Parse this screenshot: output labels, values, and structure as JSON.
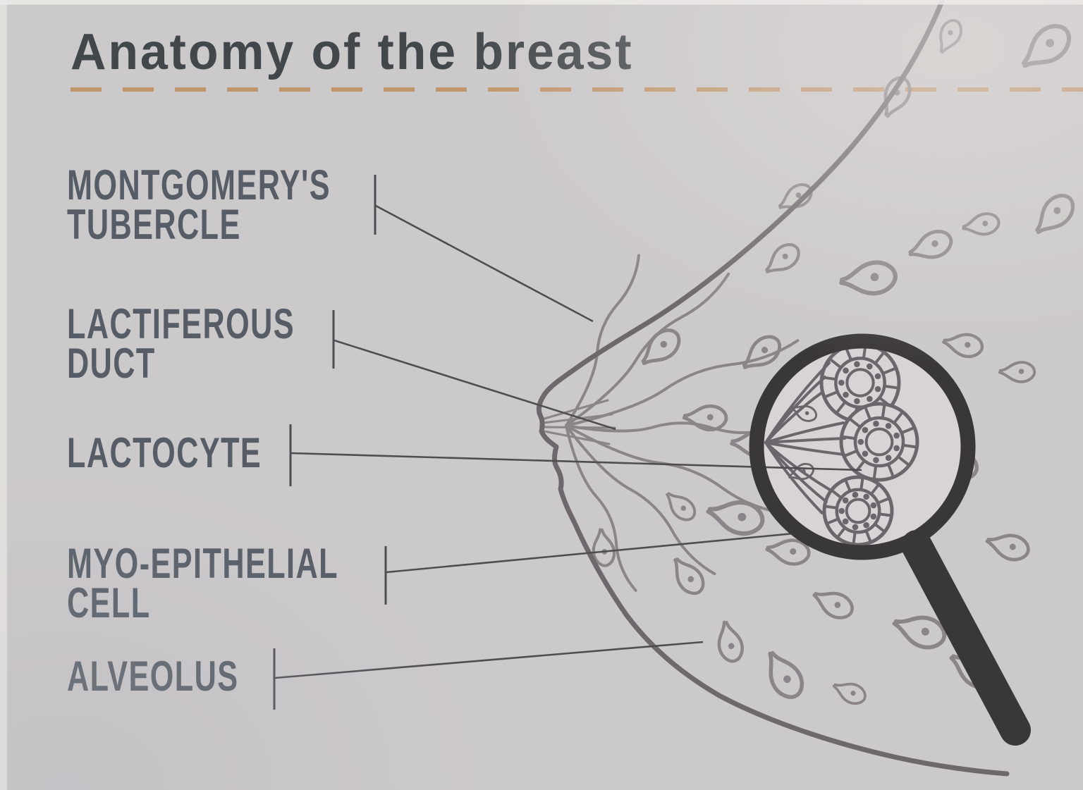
{
  "title": "Anatomy of the breast",
  "labels": [
    {
      "id": "montgomerys-tubercle",
      "lines": [
        "MONTGOMERY'S",
        "TUBERCLE"
      ]
    },
    {
      "id": "lactiferous-duct",
      "lines": [
        "LACTIFEROUS",
        "DUCT"
      ]
    },
    {
      "id": "lactocyte",
      "lines": [
        "LACTOCYTE"
      ]
    },
    {
      "id": "myo-epithelial-cell",
      "lines": [
        "MYO-EPITHELIAL",
        "CELL"
      ]
    },
    {
      "id": "alveolus",
      "lines": [
        "ALVEOLUS"
      ]
    }
  ],
  "illustration": {
    "type": "anatomical-line-drawing",
    "subject": "lactating breast in profile",
    "inset": "magnified cross-section of alveoli"
  },
  "colors": {
    "background": "#ccc9cb",
    "title_text": "#42474b",
    "label_text": "#565d66",
    "divider_dash": "#c2966c",
    "leader_line": "#4e4d51",
    "illustration_line": "#8b8589",
    "skin_outline": "#6e686c",
    "magnifier_dark": "#3a3739",
    "magnifier_paper": "#d8d4d5"
  }
}
